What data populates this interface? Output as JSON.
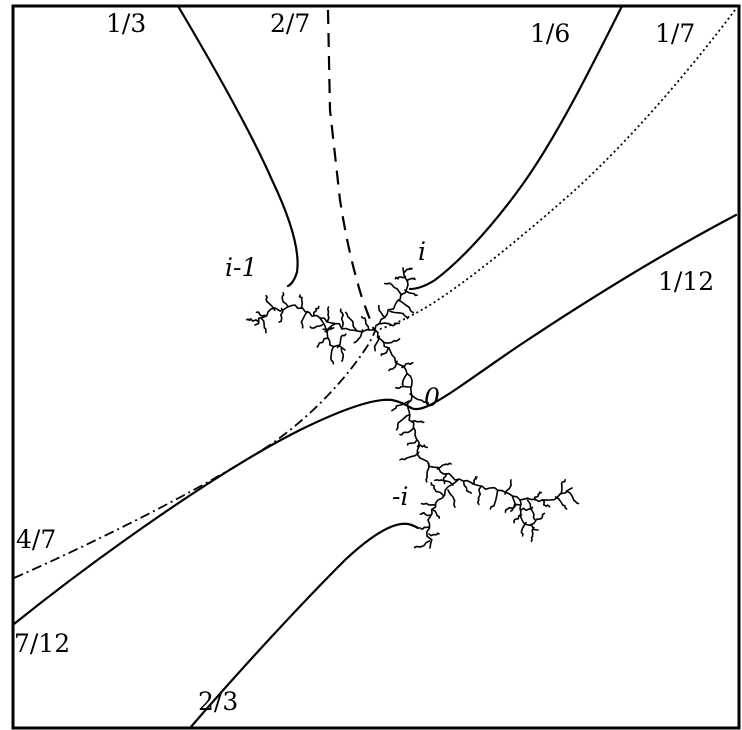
{
  "angles": {
    "a_1_3": "1/3",
    "a_2_7": "2/7",
    "a_1_6": "1/6",
    "a_1_7": "1/7",
    "a_1_12": "1/12",
    "a_4_7": "4/7",
    "a_7_12": "7/12",
    "a_2_3": "2/3"
  },
  "points": {
    "i_minus_1": "i-1",
    "i": "i",
    "zero": "0",
    "minus_i": "-i"
  }
}
